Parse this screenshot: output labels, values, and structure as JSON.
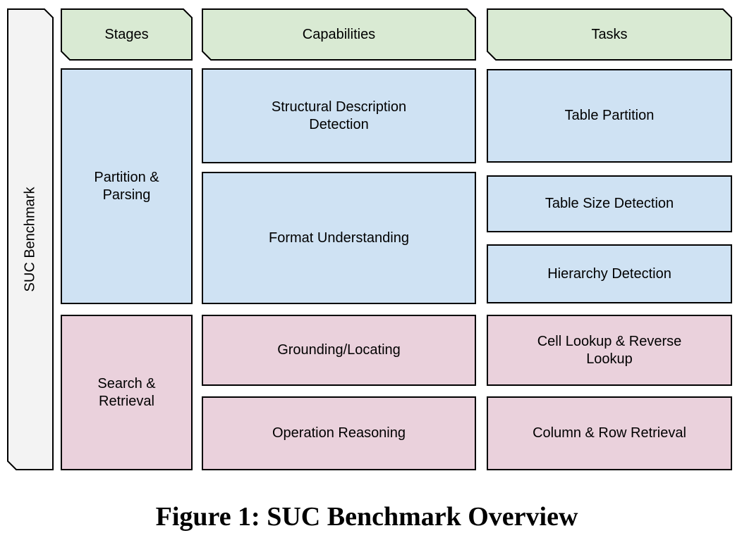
{
  "diagram": {
    "sidebar": {
      "label": "SUC Benchmark"
    },
    "headers": {
      "stages": "Stages",
      "capabilities": "Capabilities",
      "tasks": "Tasks"
    },
    "stages": {
      "partition_parsing": "Partition & Parsing",
      "search_retrieval": "Search & Retrieval"
    },
    "capabilities": {
      "structural_description_detection": "Structural Description Detection",
      "format_understanding": "Format Understanding",
      "grounding_locating": "Grounding/Locating",
      "operation_reasoning": "Operation Reasoning"
    },
    "tasks": {
      "table_partition": "Table Partition",
      "table_size_detection": "Table Size Detection",
      "hierarchy_detection": "Hierarchy Detection",
      "cell_lookup_reverse_lookup": "Cell Lookup & Reverse Lookup",
      "column_row_retrieval": "Column & Row Retrieval"
    },
    "colors": {
      "header_fill": "#d9ead3",
      "parsing_fill": "#cfe2f3",
      "retrieval_fill": "#ead1dc",
      "sidebar_fill": "#f3f3f3",
      "border": "#000000"
    }
  },
  "caption": "Figure 1: SUC Benchmark Overview"
}
